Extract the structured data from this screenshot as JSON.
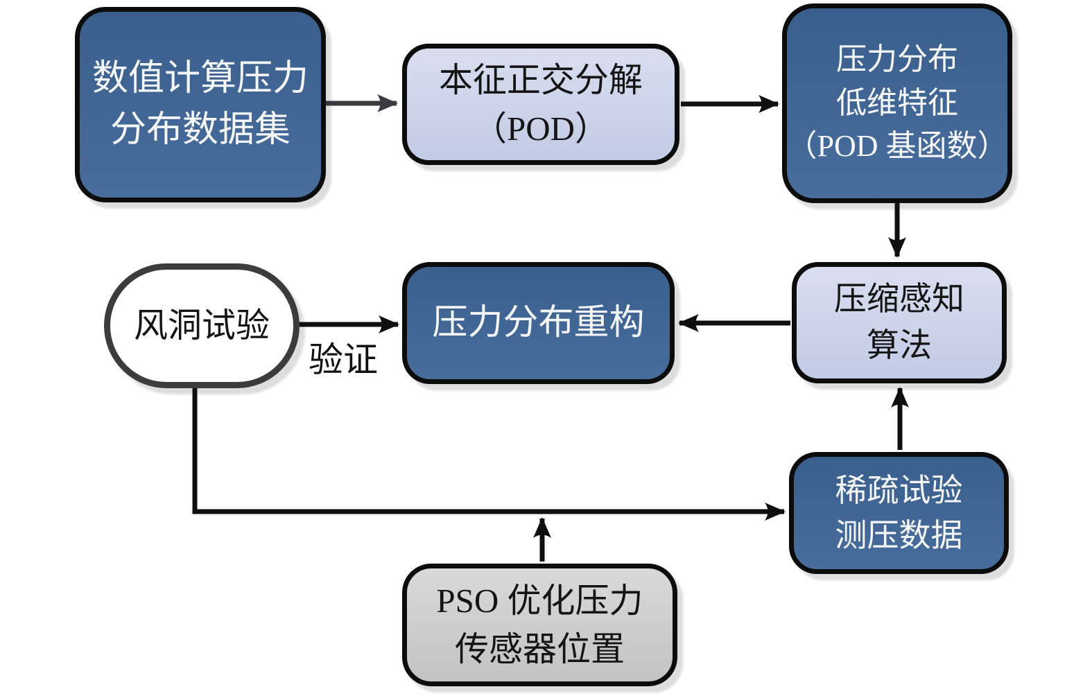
{
  "colors": {
    "dark_box_top": "#3a5f8d",
    "dark_box_bottom": "#486d9c",
    "light_box_top": "#d9deef",
    "light_box_bottom": "#c2cbe5",
    "gray_box_top": "#d9d9d9",
    "gray_box_bottom": "#c3c3c3",
    "box_border": "#0c0c0c",
    "stadium_border": "#3c3c3c",
    "stadium_fill": "#ffffff",
    "dark_box_text": "#f5f6f8",
    "light_box_text": "#141414",
    "arrow": "#0f0f0f",
    "arrow_gray": "#3a3a40",
    "background": "#ffffff"
  },
  "nodes": {
    "numerical_dataset": {
      "label": "数值计算压力\n分布数据集",
      "shape": "rounded-rect",
      "style": "dark-blue"
    },
    "pod": {
      "label": "本征正交分解\n（POD）",
      "shape": "rounded-rect",
      "style": "light-blue"
    },
    "low_dim_features": {
      "label": "压力分布\n低维特征\n（POD 基函数）",
      "shape": "rounded-rect",
      "style": "dark-blue"
    },
    "compressed_sensing": {
      "label": "压缩感知\n算法",
      "shape": "rounded-rect",
      "style": "light-blue"
    },
    "reconstruction": {
      "label": "压力分布重构",
      "shape": "rounded-rect",
      "style": "dark-blue"
    },
    "wind_tunnel": {
      "label": "风洞试验",
      "shape": "stadium",
      "style": "white"
    },
    "sparse_data": {
      "label": "稀疏试验\n测压数据",
      "shape": "rounded-rect",
      "style": "dark-blue"
    },
    "pso": {
      "label": "PSO 优化压力\n传感器位置",
      "shape": "rounded-rect",
      "style": "gray"
    }
  },
  "edge_labels": {
    "validation": "验证"
  },
  "edges": [
    {
      "from": "numerical_dataset",
      "to": "pod"
    },
    {
      "from": "pod",
      "to": "low_dim_features"
    },
    {
      "from": "low_dim_features",
      "to": "compressed_sensing"
    },
    {
      "from": "compressed_sensing",
      "to": "reconstruction"
    },
    {
      "from": "wind_tunnel",
      "to": "reconstruction",
      "label": "验证"
    },
    {
      "from": "wind_tunnel",
      "to": "sparse_data"
    },
    {
      "from": "pso",
      "to": "wind_tunnel_sparse_data_line"
    },
    {
      "from": "sparse_data",
      "to": "compressed_sensing"
    }
  ]
}
